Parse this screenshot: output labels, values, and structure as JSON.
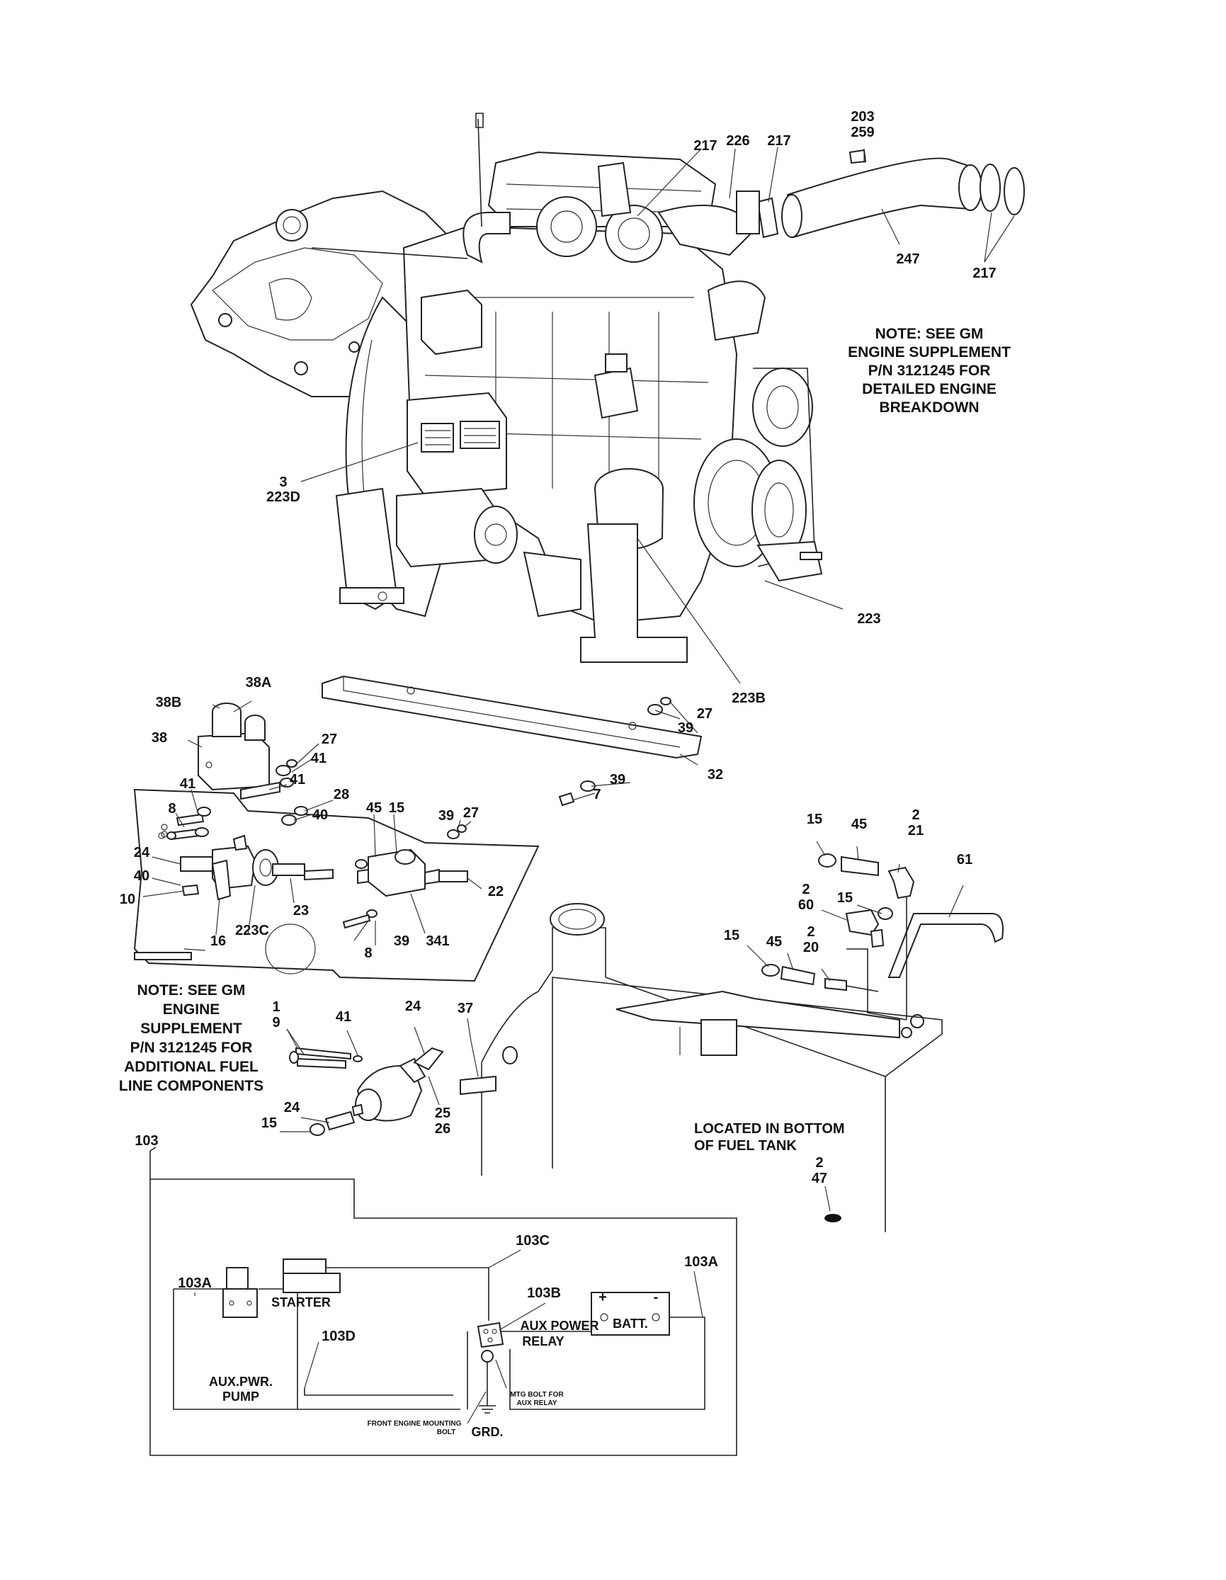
{
  "callouts": {
    "c203_259": [
      "203",
      "259"
    ],
    "c217a": "217",
    "c226": "226",
    "c217b": "217",
    "c247": "247",
    "c217c": "217",
    "c3_223D": [
      "3",
      "223D"
    ],
    "c223": "223",
    "c223B": "223B",
    "c38A": "38A",
    "c38B": "38B",
    "c38": "38",
    "c27a": "27",
    "c41a": "41",
    "c41b": "41",
    "c41c": "41",
    "c8a": "8",
    "c28": "28",
    "c40a": "40",
    "c45a": "45",
    "c15a": "15",
    "c39a": "39",
    "c27b": "27",
    "c27c": "27",
    "c39b": "39",
    "c39c": "39",
    "c7": "7",
    "c32": "32",
    "c24a": "24",
    "c40b": "40",
    "c10": "10",
    "c16": "16",
    "c223C": "223C",
    "c23": "23",
    "c8b": "8",
    "c39d": "39",
    "c341": "341",
    "c22": "22",
    "c15b": "15",
    "c45b": "45",
    "c2_21": [
      "2",
      "21"
    ],
    "c61": "61",
    "c2_60": [
      "2",
      "60"
    ],
    "c15c": "15",
    "c15d": "15",
    "c45c": "45",
    "c2_20": [
      "2",
      "20"
    ],
    "c1_9": [
      "1",
      "9"
    ],
    "c41d": "41",
    "c24b": "24",
    "c37": "37",
    "c24c": "24",
    "c15e": "15",
    "c25_26": [
      "25",
      "26"
    ],
    "c2_47": [
      "2",
      "47"
    ],
    "c103": "103",
    "c103C": "103C",
    "c103A_left": "103A",
    "c103A_right": "103A",
    "c103B": "103B",
    "c103D": "103D"
  },
  "notes": {
    "engine_note": [
      "NOTE: SEE GM",
      "ENGINE SUPPLEMENT",
      "P/N 3121245 FOR",
      "DETAILED ENGINE",
      "BREAKDOWN"
    ],
    "fuel_note": [
      "NOTE: SEE GM",
      "ENGINE",
      "SUPPLEMENT",
      "P/N 3121245 FOR",
      "ADDITIONAL FUEL",
      "LINE COMPONENTS"
    ],
    "tank_note": [
      "LOCATED IN BOTTOM",
      "OF FUEL TANK"
    ]
  },
  "wiring": {
    "starter": "STARTER",
    "aux_pump": [
      "AUX.PWR.",
      "PUMP"
    ],
    "aux_relay": [
      "AUX POWER",
      "RELAY"
    ],
    "battery": "BATT.",
    "battery_plus": "+",
    "battery_minus": "-",
    "mtg_bolt": [
      "MTG BOLT FOR",
      "AUX RELAY"
    ],
    "front_engine_bolt": [
      "FRONT ENGINE MOUNTING",
      "BOLT"
    ],
    "ground": "GRD."
  }
}
